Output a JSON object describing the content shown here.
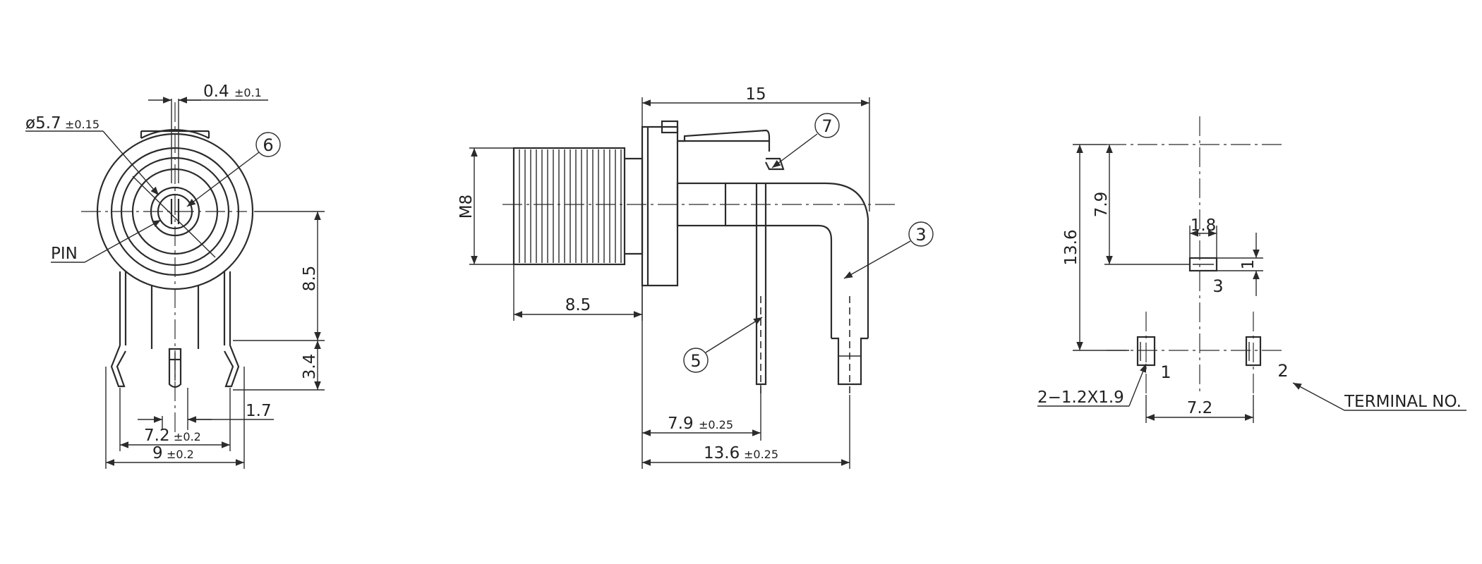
{
  "front_view": {
    "pin_width": "0.4",
    "pin_width_tol": "±0.1",
    "bore_diameter": "ø5.7",
    "bore_diameter_tol": "±0.15",
    "pin_label": "PIN",
    "balloon_6": "6",
    "height_8_5": "8.5",
    "height_3_4": "3.4",
    "lead_1_7": "1.7",
    "pitch_7_2": "7.2",
    "pitch_7_2_tol": "±0.2",
    "width_9": "9",
    "width_9_tol": "±0.2"
  },
  "side_view": {
    "length_15": "15",
    "thread_m8": "M8",
    "thread_len_8_5": "8.5",
    "balloon_7": "7",
    "balloon_3": "3",
    "balloon_5": "5",
    "dist_7_9": "7.9",
    "dist_7_9_tol": "±0.25",
    "dist_13_6": "13.6",
    "dist_13_6_tol": "±0.25"
  },
  "pcb_layout": {
    "height_13_6": "13.6",
    "height_7_9": "7.9",
    "slot_1_8": "1.8",
    "slot_1": "1",
    "terminal_3": "3",
    "terminal_1": "1",
    "terminal_2": "2",
    "hole_spec": "2−1.2X1.9",
    "pitch_7_2": "7.2",
    "terminal_no": "TERMINAL NO."
  },
  "icons": [
    "arrowhead",
    "balloon-circle"
  ]
}
